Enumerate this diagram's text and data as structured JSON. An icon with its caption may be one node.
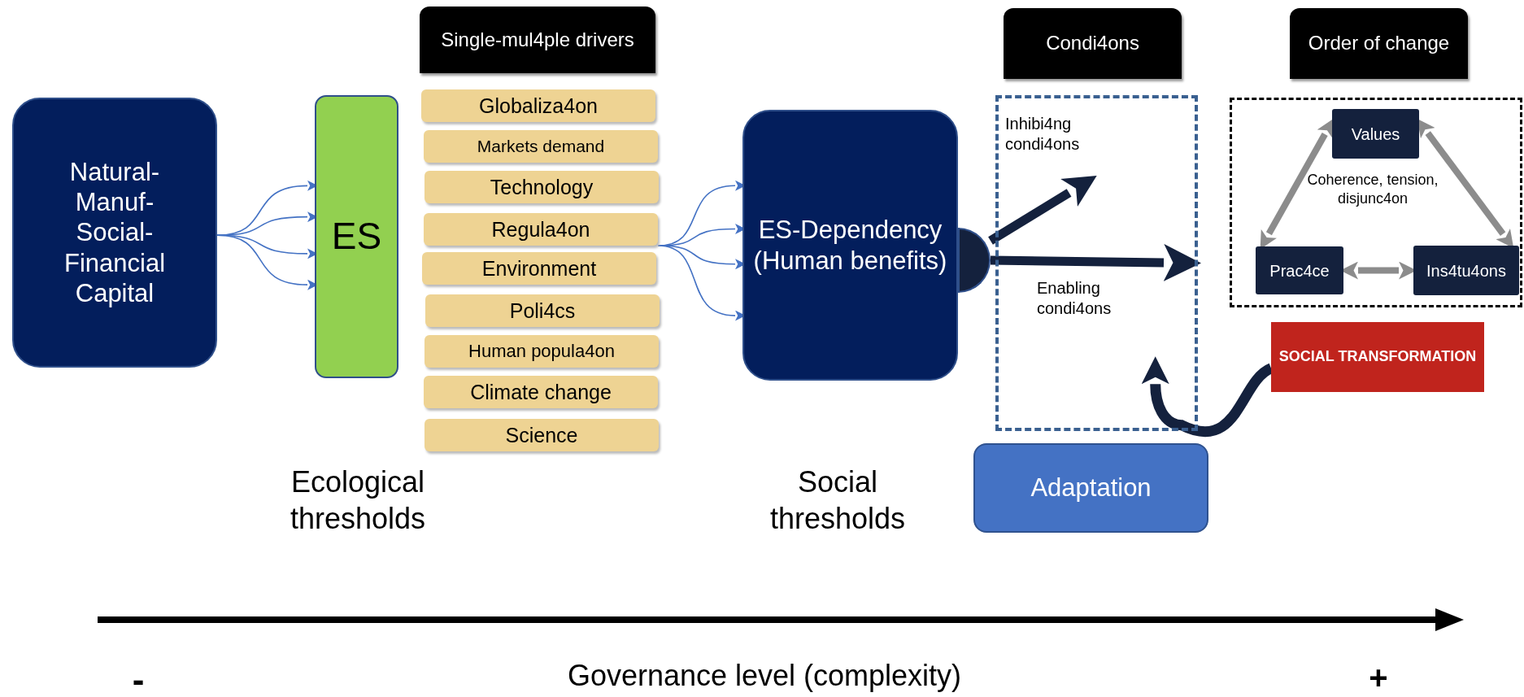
{
  "diagram": {
    "nodes": [
      {
        "text": [
          "Natural-Manuf-Social-Financial Capital"
        ]
      },
      {
        "text": [
          "ES"
        ]
      },
      {
        "text": [
          "Single-mul4ple drivers"
        ]
      },
      {
        "text": [
          "Globaliza4on"
        ]
      },
      {
        "text": [
          "Markets demand"
        ]
      },
      {
        "text": [
          "Technology"
        ]
      },
      {
        "text": [
          "Regula4on"
        ]
      },
      {
        "text": [
          "Environment"
        ]
      },
      {
        "text": [
          "Poli4cs"
        ]
      },
      {
        "text": [
          "Human popula4on"
        ]
      },
      {
        "text": [
          "Climate change"
        ]
      },
      {
        "text": [
          "Science"
        ]
      },
      {
        "text": [
          "ES-Dependency (Human benefits)"
        ]
      },
      {
        "text": [
          "Condi4ons"
        ]
      },
      {
        "text": [],
        "shape": "box"
      },
      {
        "text": [
          "Order of change"
        ]
      },
      {
        "text": [],
        "shape": "box"
      },
      {
        "text": [
          "Values"
        ],
        "in": 16
      },
      {
        "text": [
          "Prac4ce"
        ],
        "in": 16
      },
      {
        "text": [
          "Ins4tu4ons"
        ],
        "in": 16
      },
      {
        "text": [
          "SOCIAL TRANSFORMATION"
        ]
      },
      {
        "text": [
          "Adaptation"
        ]
      },
      {
        "text": [],
        "shape": "semicircle"
      }
    ],
    "edges": [
      {
        "from": 0,
        "to": 1,
        "arrow": "to"
      },
      {
        "from": 0,
        "to": 1,
        "arrow": "to"
      },
      {
        "from": 0,
        "to": 1,
        "arrow": "to"
      },
      {
        "from": 0,
        "to": 1,
        "arrow": "to"
      },
      {
        "from": 6,
        "to": 12,
        "arrow": "to"
      },
      {
        "from": 6,
        "to": 12,
        "arrow": "to"
      },
      {
        "from": 6,
        "to": 12,
        "arrow": "to"
      },
      {
        "from": 6,
        "to": 12,
        "arrow": "to"
      },
      {
        "from": 22,
        "to": 14,
        "arrow": "to",
        "label": "Inhibi4ng condi4ons",
        "style": "thick",
        "color": "#14213d"
      },
      {
        "from": 22,
        "to": 14,
        "arrow": "to",
        "label": "Enabling condi4ons",
        "style": "thick",
        "color": "#14213d"
      },
      {
        "from": 17,
        "to": 18,
        "arrow": "both",
        "style": "thick",
        "color": "#8c8c8c"
      },
      {
        "from": 17,
        "to": 19,
        "arrow": "both",
        "style": "thick",
        "color": "#8c8c8c"
      },
      {
        "from": 18,
        "to": 19,
        "arrow": "both",
        "style": "thick",
        "color": "#8c8c8c"
      },
      {
        "from": 20,
        "to": 14,
        "arrow": "to",
        "style": "thick",
        "color": "#14213d"
      }
    ],
    "labels": [
      "Ecological thresholds",
      "Social thresholds",
      "Coherence, tension, disjunc4on",
      "-",
      "Governance level (complexity)",
      "+"
    ]
  }
}
